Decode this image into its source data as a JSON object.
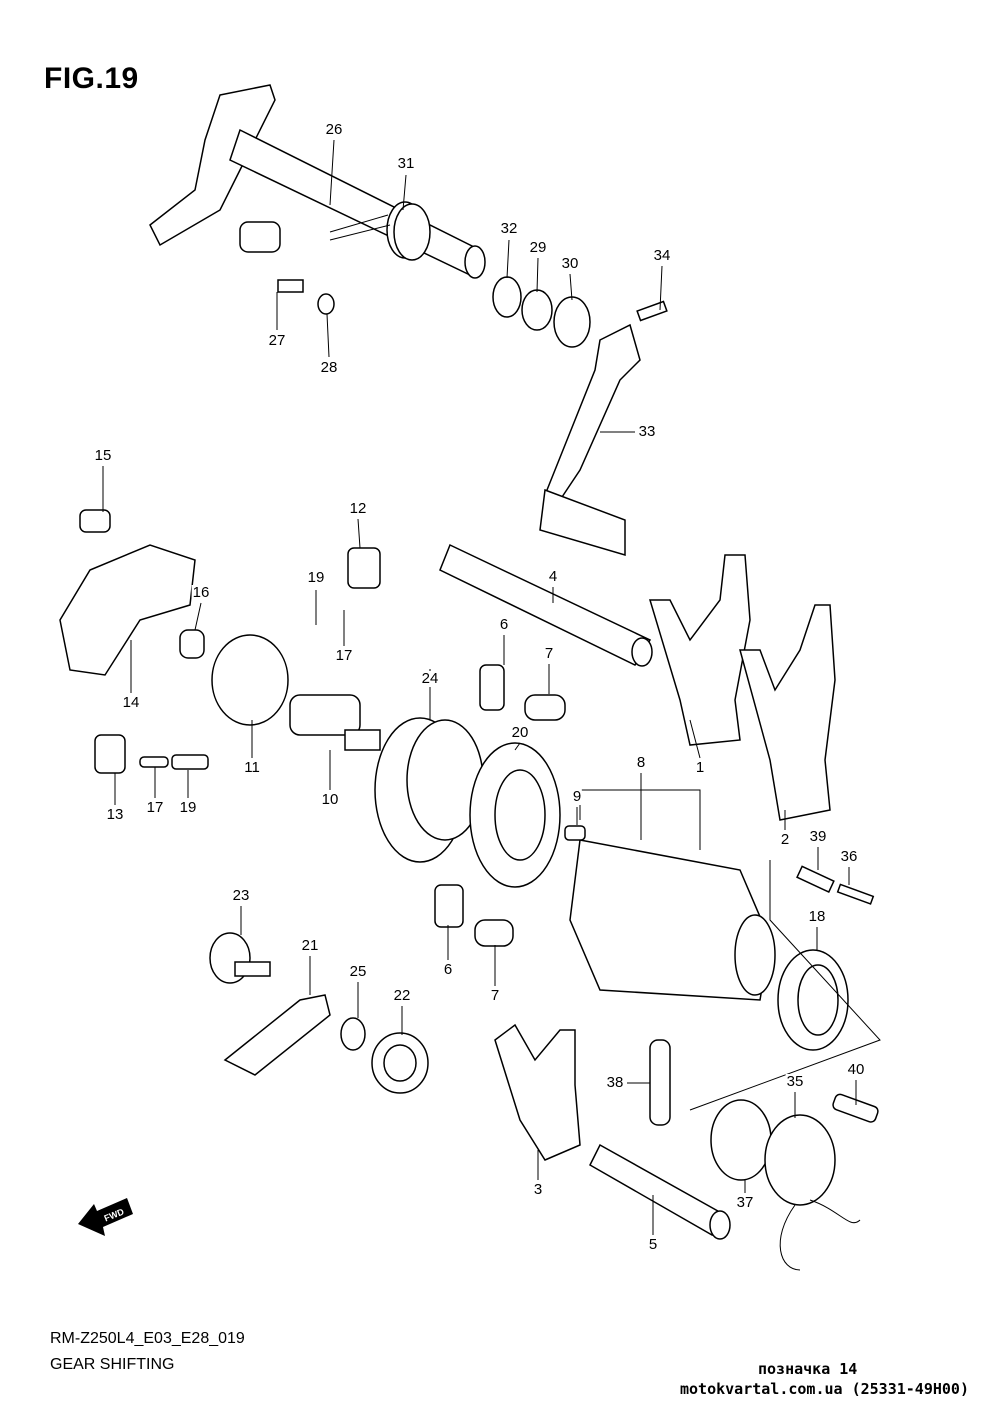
{
  "figure": {
    "title": "FIG.19"
  },
  "callouts": [
    "26",
    "31",
    "32",
    "29",
    "30",
    "34",
    "27",
    "28",
    "33",
    "15",
    "12",
    "4",
    "19",
    "16",
    "17",
    "6",
    "7",
    "14",
    "24",
    "20",
    "8",
    "1",
    "11",
    "9",
    "10",
    "13",
    "17",
    "19",
    "2",
    "39",
    "36",
    "23",
    "18",
    "21",
    "6",
    "25",
    "22",
    "7",
    "38",
    "40",
    "35",
    "37",
    "3",
    "5"
  ],
  "fwd_icon": {
    "label": "FWD"
  },
  "footer": {
    "code": "RM-Z250L4_E03_E28_019",
    "caption": "GEAR SHIFTING",
    "watermark_line1": "позначка 14",
    "watermark_line2": "motokvartal.com.ua (25331-49H00)"
  }
}
